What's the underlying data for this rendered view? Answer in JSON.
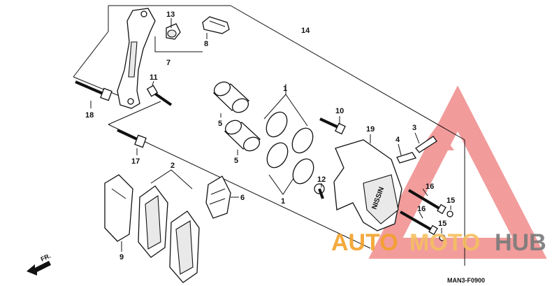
{
  "diagram": {
    "callouts": [
      {
        "id": "c13",
        "label": "13"
      },
      {
        "id": "c7",
        "label": "7"
      },
      {
        "id": "c8",
        "label": "8"
      },
      {
        "id": "c14",
        "label": "14"
      },
      {
        "id": "c11",
        "label": "11"
      },
      {
        "id": "c18",
        "label": "18"
      },
      {
        "id": "c1a",
        "label": "1"
      },
      {
        "id": "c10",
        "label": "10"
      },
      {
        "id": "c5a",
        "label": "5"
      },
      {
        "id": "c5b",
        "label": "5"
      },
      {
        "id": "c19",
        "label": "19"
      },
      {
        "id": "c3",
        "label": "3"
      },
      {
        "id": "c4",
        "label": "4"
      },
      {
        "id": "c17",
        "label": "17"
      },
      {
        "id": "c2",
        "label": "2"
      },
      {
        "id": "c12",
        "label": "12"
      },
      {
        "id": "c6",
        "label": "6"
      },
      {
        "id": "c1b",
        "label": "1"
      },
      {
        "id": "c16a",
        "label": "16"
      },
      {
        "id": "c15a",
        "label": "15"
      },
      {
        "id": "c16b",
        "label": "16"
      },
      {
        "id": "c15b",
        "label": "15"
      },
      {
        "id": "c9",
        "label": "9"
      }
    ],
    "front_label": "FR.",
    "diagram_code": "MAN3-F0900",
    "caliper_brand": "NISSIN"
  },
  "watermark": {
    "text_part1": "AUTO",
    "text_part2": "MOTO",
    "text_part3": "HUB",
    "color_primary": "#f2a12a",
    "color_secondary": "#f5c060",
    "color_dark": "#7a7a7a",
    "triangle_color": "#e84a4a"
  }
}
